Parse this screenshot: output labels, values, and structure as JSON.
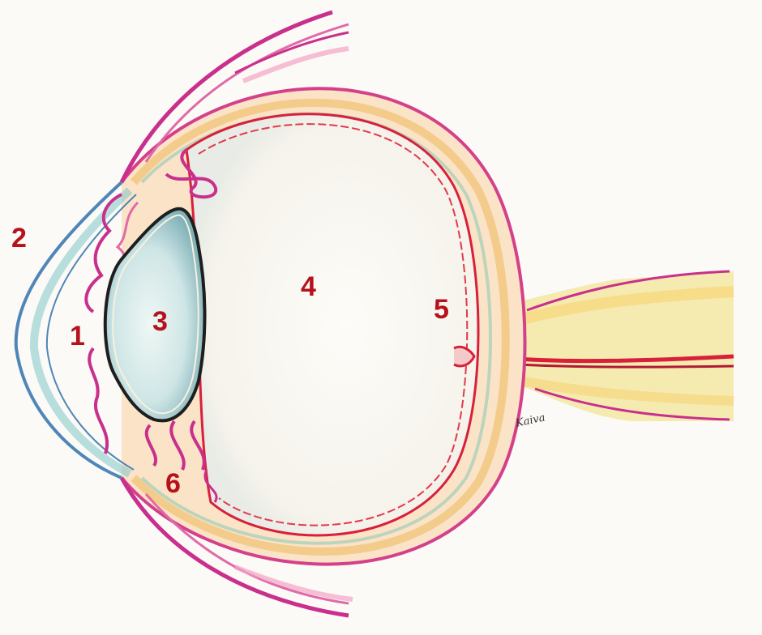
{
  "labels": {
    "one": "1",
    "two": "2",
    "three": "3",
    "four": "4",
    "five": "5",
    "six": "6"
  },
  "signature": "Kaiva",
  "colors": {
    "label": "#b5121b",
    "retina": "#d8203a",
    "sclera": "#d4408a",
    "cornea": "#4f86b8",
    "lens_fill": "#b9dbe0",
    "choroid": "#f0c070",
    "optic_nerve": "#f3e6a0",
    "background": "#fbfaf6"
  }
}
